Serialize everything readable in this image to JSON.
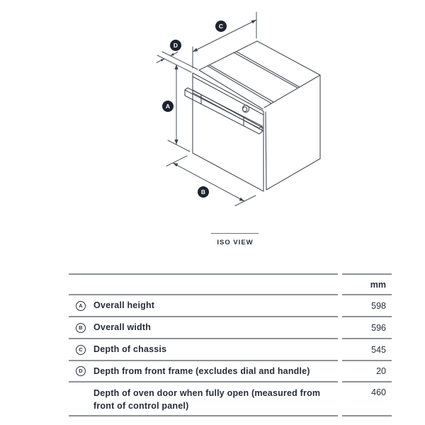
{
  "diagram": {
    "caption": "ISO VIEW",
    "badges": {
      "a": "A",
      "b": "B",
      "c": "C",
      "d": "D"
    }
  },
  "table": {
    "unit_header": "mm",
    "rows": [
      {
        "badge": "A",
        "label": "Overall height",
        "value": "598"
      },
      {
        "badge": "B",
        "label": "Overall width",
        "value": "596"
      },
      {
        "badge": "C",
        "label": "Depth of chassis",
        "value": "545"
      },
      {
        "badge": "D",
        "label": "Depth from front frame (excludes dial and handle)",
        "value": "20"
      },
      {
        "badge": "",
        "label": "Depth of oven door when fully open (measured from front of control panel)",
        "value": "460"
      }
    ]
  },
  "colors": {
    "line": "#454b54",
    "dimension_line": "#4a505a",
    "badge_fill": "#1d2330",
    "rule": "#8d929a",
    "text": "#272d38"
  }
}
